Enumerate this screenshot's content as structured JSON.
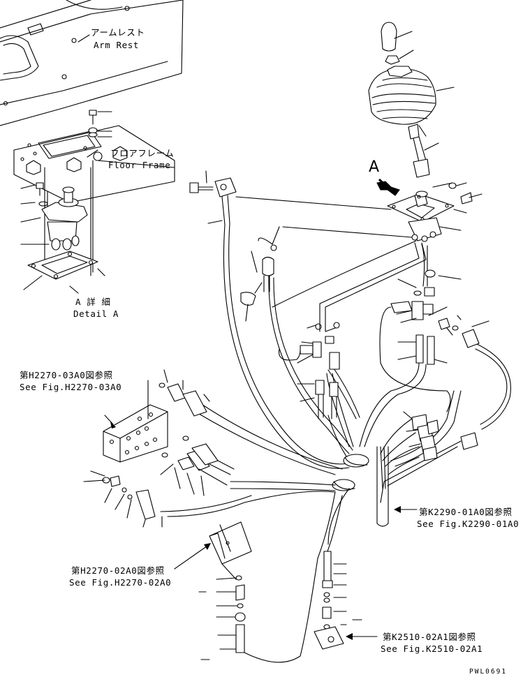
{
  "labels": {
    "arm_rest_jp": "アームレスト",
    "arm_rest_en": "Arm Rest",
    "floor_frame_jp": "フロアフレーム",
    "floor_frame_en": "Floor Frame",
    "detail_a_jp": "A 詳 細",
    "detail_a_en": "Detail A",
    "view_a": "A"
  },
  "references": [
    {
      "jp": "第H2270-03A0図参照",
      "en": "See Fig.H2270-03A0"
    },
    {
      "jp": "第K2290-01A0図参照",
      "en": "See Fig.K2290-01A0"
    },
    {
      "jp": "第H2270-02A0図参照",
      "en": "See Fig.H2270-02A0"
    },
    {
      "jp": "第K2510-02A1図参照",
      "en": "See Fig.K2510-02A1"
    }
  ],
  "drawing_code": "PWL0691"
}
